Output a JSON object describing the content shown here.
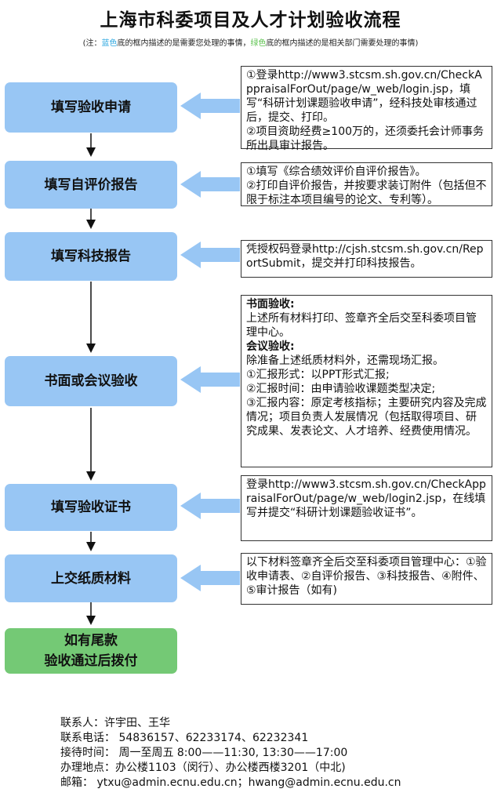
{
  "title": "上海市科委项目及人才计划验收流程",
  "note": {
    "prefix": "(注：",
    "blue": "蓝色",
    "mid": "底的框内描述的是需要您处理的事情，",
    "green": "绿色",
    "suffix": "底的框内描述的是相关部门需要处理的事情)"
  },
  "steps": [
    {
      "label": "填写验收申请"
    },
    {
      "label": "填写自评价报告"
    },
    {
      "label": "填写科技报告"
    },
    {
      "label": "书面或会议验收"
    },
    {
      "label": "填写验收证书"
    },
    {
      "label": "上交纸质材料"
    },
    {
      "line1": "如有尾款",
      "line2": "验收通过后拨付"
    }
  ],
  "boxes": {
    "b1": {
      "p1": "①登录http://www3.stcsm.sh.gov.cn/CheckAppraisalForOut/page/w_web/login.jsp，填写“科研计划课题验收申请”，经科技处审核通过后，提交、打印。",
      "p2": "②项目资助经费≥100万的，还须委托会计师事务所出具审计报告。"
    },
    "b2": {
      "p1": "①填写《综合绩效评价自评价报告》。",
      "p2": "②打印自评价报告，并按要求装订附件（包括但不限于标注本项目编号的论文、专利等）。"
    },
    "b3": {
      "p1": "凭授权码登录http://cjsh.stcsm.sh.gov.cn/ReportSubmit，提交并打印科技报告。"
    },
    "b4": {
      "h1": "书面验收:",
      "p1": "上述所有材料打印、签章齐全后交至科委项目管理中心。",
      "h2": "会议验收:",
      "p2": "除准备上述纸质材料外，还需现场汇报。",
      "p3": "①汇报形式：以PPT形式汇报;",
      "p4": "②汇报时间：由申请验收课题类型决定;",
      "p5": "③汇报内容：原定考核指标；主要研究内容及完成情况；项目负责人发展情况（包括取得项目、研究成果、发表论文、人才培养、经费使用情况。"
    },
    "b5": {
      "p1": "登录http://www3.stcsm.sh.gov.cn/CheckAppraisalForOut/page/w_web/login2.jsp，在线填写并提交“科研计划课题验收证书”。"
    },
    "b6": {
      "p1": "以下材料签章齐全后交至科委项目管理中心：①验收申请表、②自评价报告、③科技报告、④附件、⑤审计报告（如有)"
    }
  },
  "contact": {
    "l1": "联系人：许宇田、王华",
    "l2": "联系电话：  54836157、62233174、62232341",
    "l3": "接待时间：  周一至周五 8:00——11:30, 13:30——17:00",
    "l4": "办理地点：办公楼1103（闵行）、办公楼西楼3201（中北)",
    "l5": "邮箱：  ytxu@admin.ecnu.edu.cn；hwang@admin.ecnu.edu.cn"
  },
  "colors": {
    "step_blue": "#98c6f4",
    "step_green": "#74c975",
    "note_blue": "#2fa8e0",
    "note_green": "#5cc24e"
  }
}
